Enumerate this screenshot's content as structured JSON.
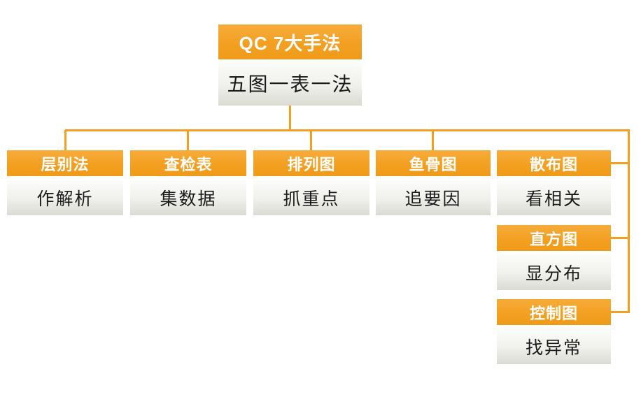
{
  "diagram": {
    "root": {
      "title": "QC 7大手法",
      "subtitle": "五图一表一法"
    },
    "tools": [
      {
        "name": "层别法",
        "purpose": "作解析"
      },
      {
        "name": "查检表",
        "purpose": "集数据"
      },
      {
        "name": "排列图",
        "purpose": "抓重点"
      },
      {
        "name": "鱼骨图",
        "purpose": "追要因"
      },
      {
        "name": "散布图",
        "purpose": "看相关"
      },
      {
        "name": "直方图",
        "purpose": "显分布"
      },
      {
        "name": "控制图",
        "purpose": "找异常"
      }
    ],
    "colors": {
      "accent": "#F3A022",
      "box_body_top": "#FCFCFA",
      "box_body_bottom": "#DBDBD4",
      "header_text": "#FFFFFF",
      "body_text": "#1A1A1A"
    }
  }
}
